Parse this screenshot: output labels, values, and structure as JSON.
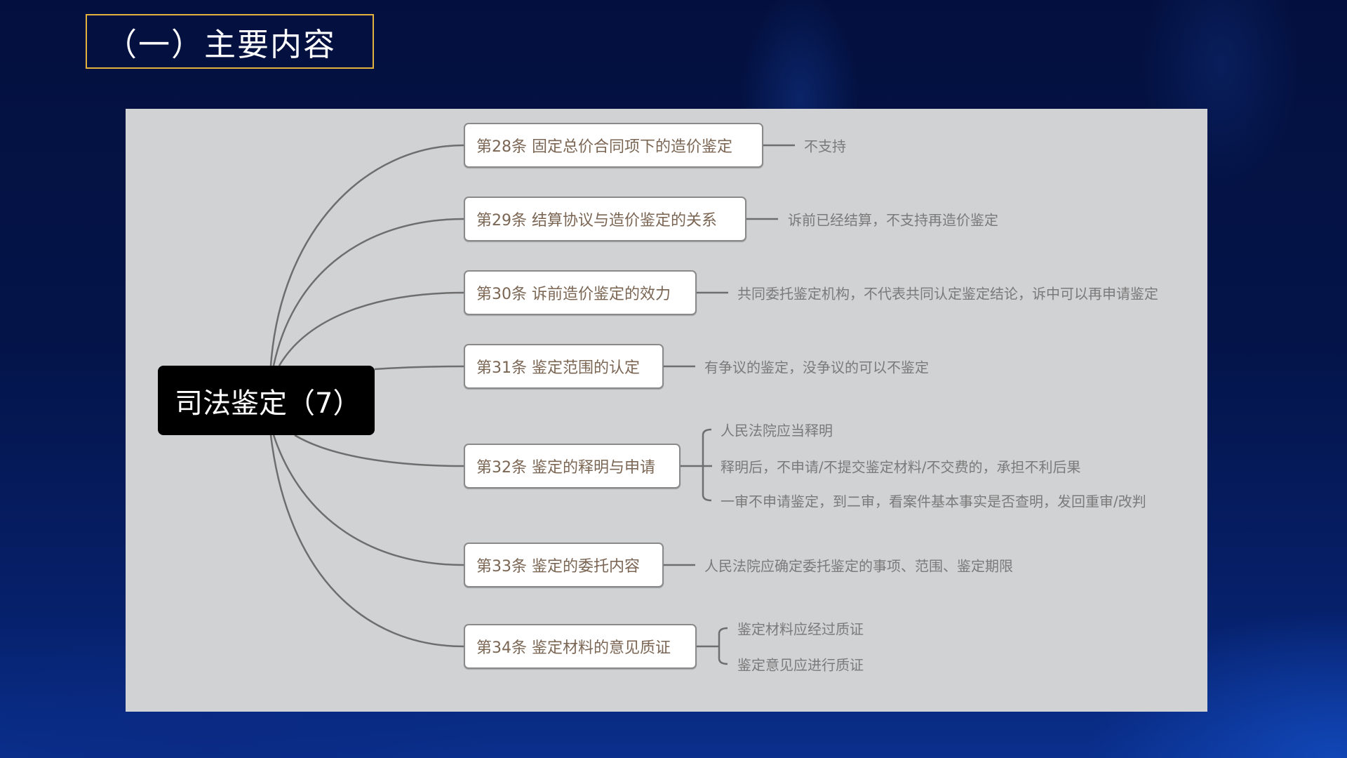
{
  "slide": {
    "title": "（一）主要内容"
  },
  "mindmap": {
    "root": {
      "label": "司法鉴定（7）"
    },
    "branches": [
      {
        "label": "第28条 固定总价合同项下的造价鉴定",
        "leaves": [
          "不支持"
        ]
      },
      {
        "label": "第29条 结算协议与造价鉴定的关系",
        "leaves": [
          "诉前已经结算，不支持再造价鉴定"
        ]
      },
      {
        "label": "第30条 诉前造价鉴定的效力",
        "leaves": [
          "共同委托鉴定机构，不代表共同认定鉴定结论，诉中可以再申请鉴定"
        ]
      },
      {
        "label": "第31条 鉴定范围的认定",
        "leaves": [
          "有争议的鉴定，没争议的可以不鉴定"
        ]
      },
      {
        "label": "第32条 鉴定的释明与申请",
        "leaves": [
          "人民法院应当释明",
          "释明后，不申请/不提交鉴定材料/不交费的，承担不利后果",
          "一审不申请鉴定，到二审，看案件基本事实是否查明，发回重审/改判"
        ]
      },
      {
        "label": "第33条 鉴定的委托内容",
        "leaves": [
          "人民法院应确定委托鉴定的事项、范围、鉴定期限"
        ]
      },
      {
        "label": "第34条 鉴定材料的意见质证",
        "leaves": [
          "鉴定材料应经过质证",
          "鉴定意见应进行质证"
        ]
      }
    ]
  },
  "colors": {
    "title_border": "#e3b23c",
    "panel_bg": "#d1d2d4",
    "root_bg": "#000000",
    "topic_text": "#7b6654",
    "leaf_text": "#7a7a7a",
    "line": "#6e6e6e"
  }
}
